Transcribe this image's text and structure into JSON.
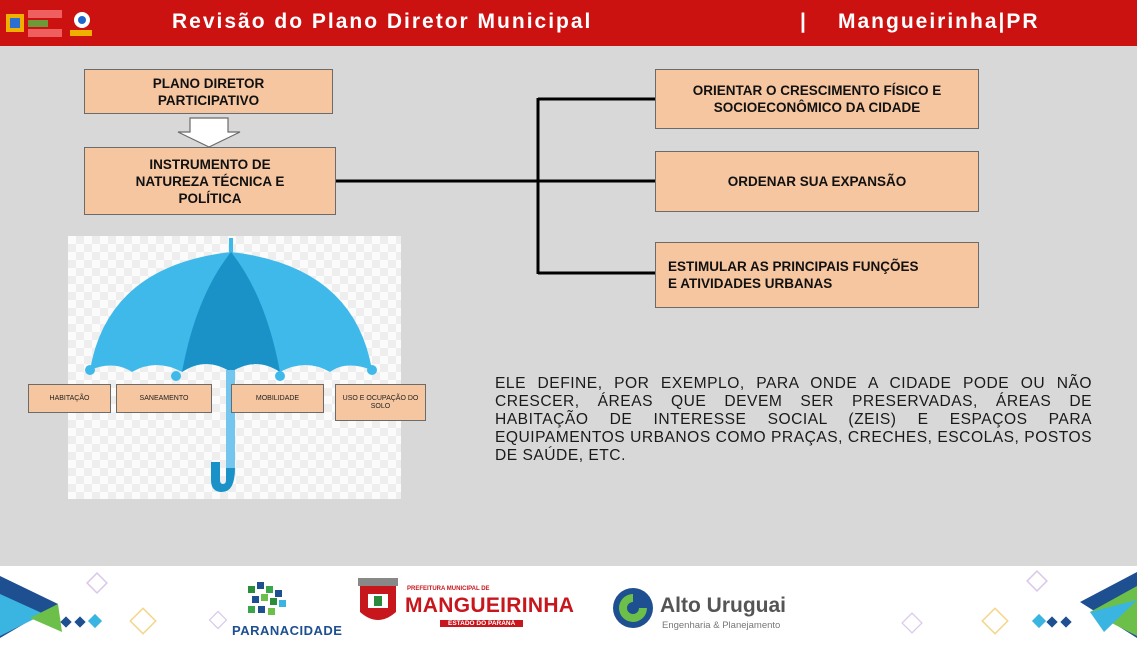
{
  "header": {
    "title": "Revisão do Plano Diretor Municipal",
    "separator": "|",
    "city": "Mangueirinha|PR"
  },
  "flow": {
    "top_box": [
      "PLANO DIRETOR",
      "PARTICIPATIVO"
    ],
    "middle_box": [
      "INSTRUMENTO DE",
      "NATUREZA TÉCNICA E",
      "POLÍTICA"
    ]
  },
  "objectives": [
    [
      "ORIENTAR O CRESCIMENTO FÍSICO E",
      "SOCIOECONÔMICO DA CIDADE"
    ],
    [
      "ORDENAR SUA EXPANSÃO"
    ],
    [
      "ESTIMULAR AS PRINCIPAIS FUNÇÕES",
      "E ATIVIDADES  URBANAS"
    ]
  ],
  "umbrella": {
    "labels": [
      "HABITAÇÃO",
      "SANEAMENTO",
      "MOBILIDADE",
      "USO E OCUPAÇÃO DO SOLO"
    ],
    "colors": {
      "canopy": "#3fb9ea",
      "canopy_dark": "#1a92c8",
      "handle": "#75c6ee"
    }
  },
  "paragraph": "ELE DEFINE, POR EXEMPLO, PARA ONDE A CIDADE PODE OU NÃO CRESCER, ÁREAS QUE DEVEM SER PRESERVADAS, ÁREAS DE HABITAÇÃO DE INTERESSE SOCIAL (ZEIS) E ESPAÇOS PARA EQUIPAMENTOS URBANOS COMO PRAÇAS, CRECHES, ESCOLAS, POSTOS DE SAÚDE, ETC.",
  "footer": {
    "parana": "PARANACIDADE",
    "prefeitura_small": "PREFEITURA MUNICIPAL DE",
    "mangueirinha": "MANGUEIRINHA",
    "estado": "ESTADO DO PARANÁ",
    "alto": "Alto Uruguai",
    "alto_sub": "Engenharia & Planejamento"
  },
  "colors": {
    "header_red": "#cc1111",
    "box_fill": "#f6c6a0",
    "background": "#d8d8d8"
  }
}
